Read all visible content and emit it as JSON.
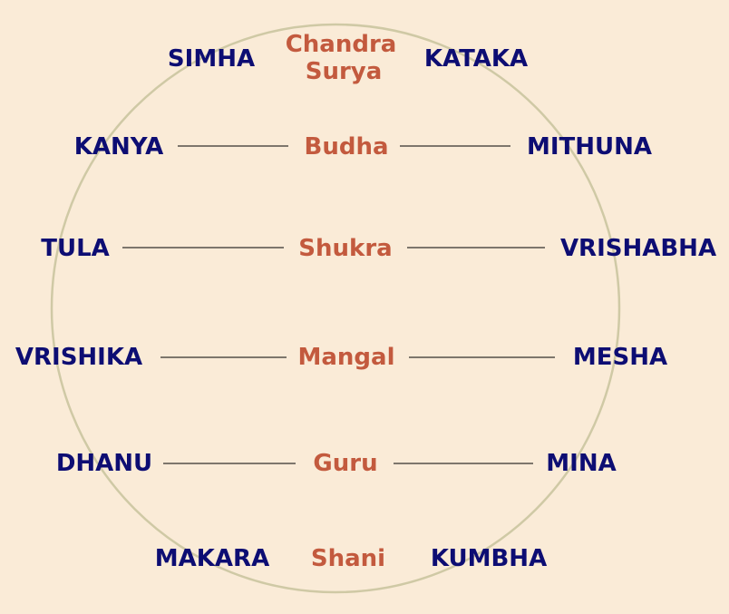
{
  "colors": {
    "background": "#faebd7",
    "circle": "#cfc9a5",
    "sign": "#0d0d73",
    "planet": "#c35a3e",
    "connector": "#000000"
  },
  "rows": [
    {
      "left": "SIMHA",
      "planet": [
        "Chandra",
        "Surya"
      ],
      "right": "KATAKA"
    },
    {
      "left": "KANYA",
      "planet": [
        "Budha"
      ],
      "right": "MITHUNA"
    },
    {
      "left": "TULA",
      "planet": [
        "Shukra"
      ],
      "right": "VRISHABHA"
    },
    {
      "left": "VRISHIKA",
      "planet": [
        "Mangal"
      ],
      "right": "MESHA"
    },
    {
      "left": "DHANU",
      "planet": [
        "Guru"
      ],
      "right": "MINA"
    },
    {
      "left": "MAKARA",
      "planet": [
        "Shani"
      ],
      "right": "KUMBHA"
    }
  ]
}
